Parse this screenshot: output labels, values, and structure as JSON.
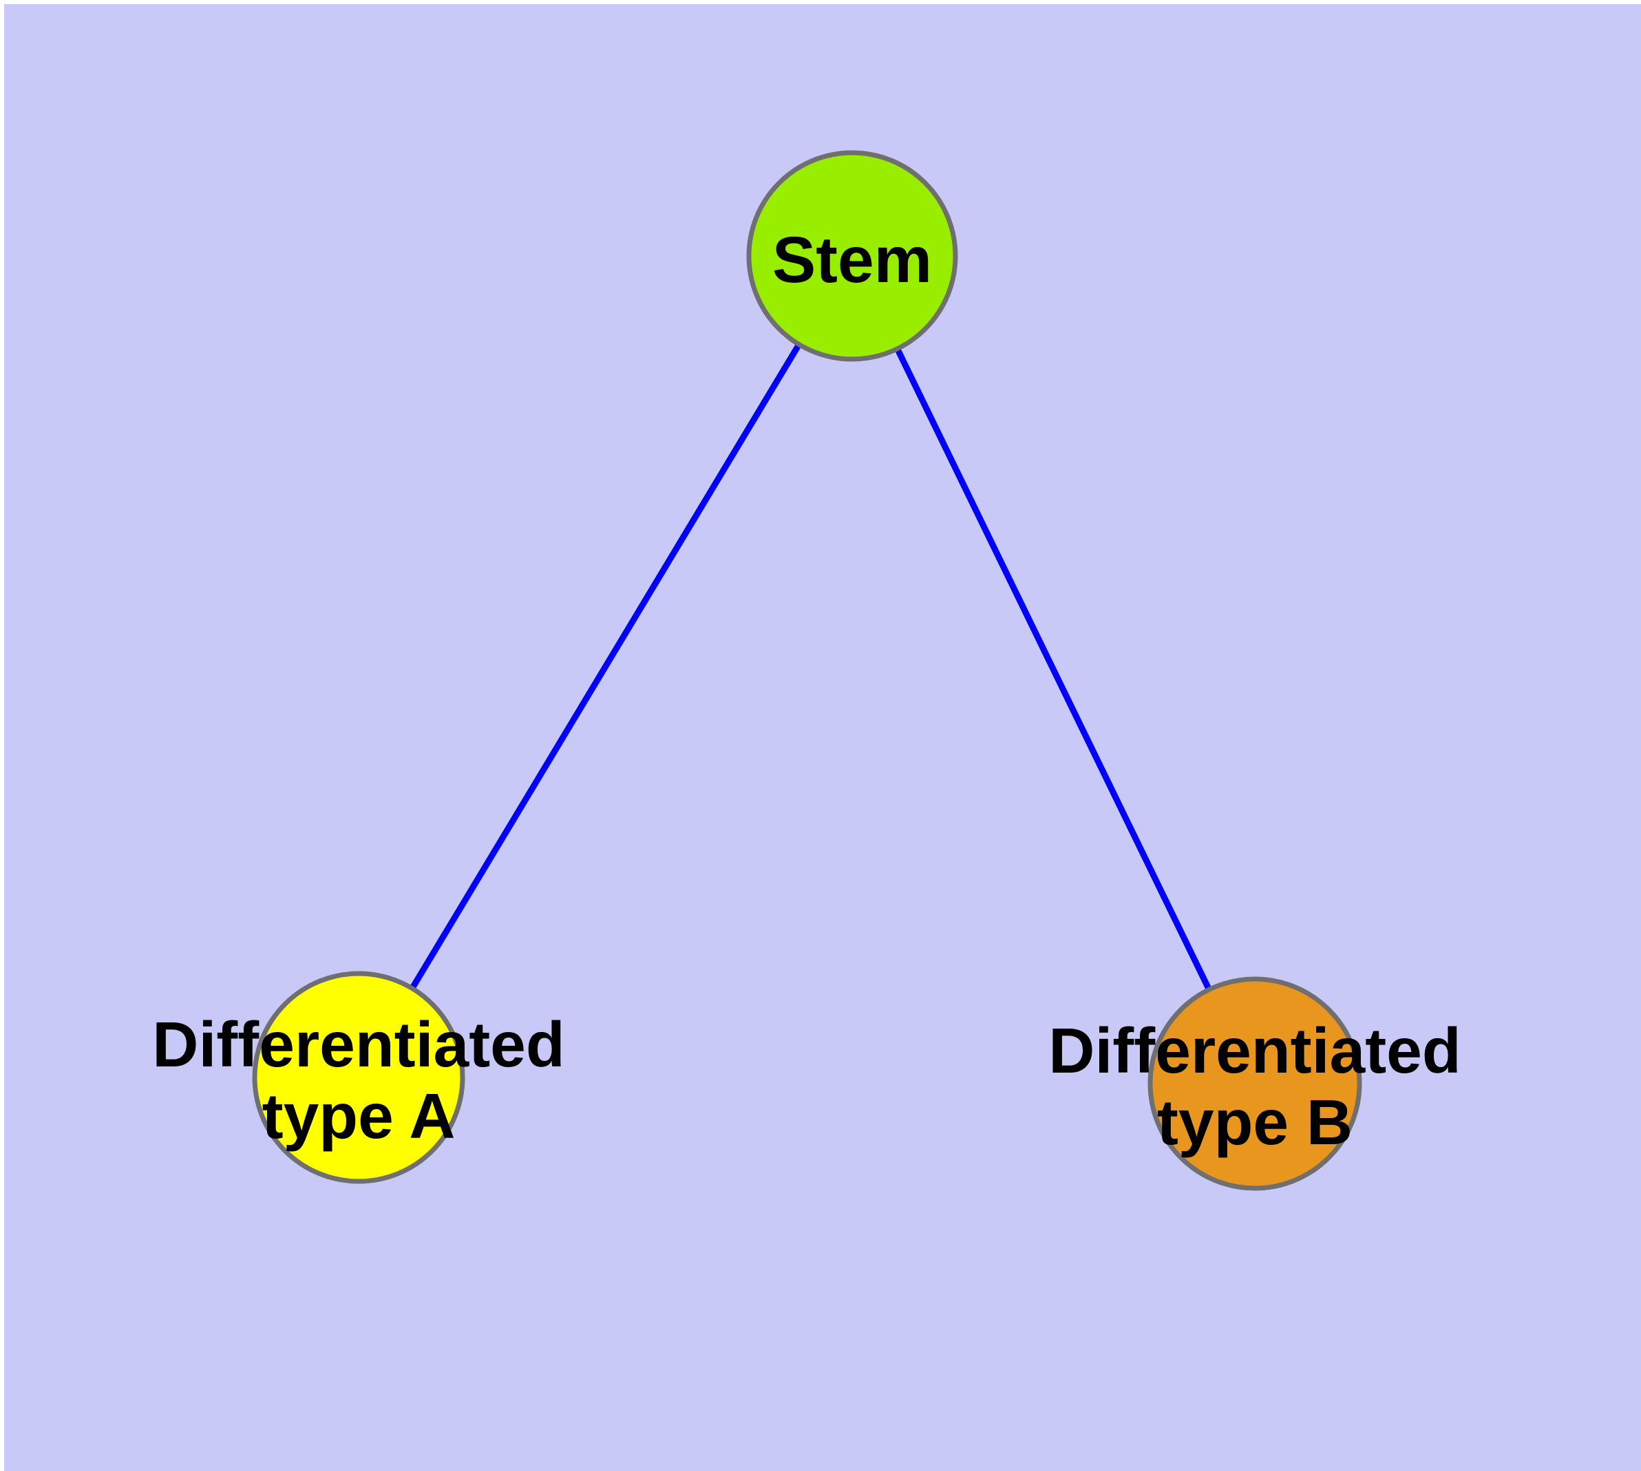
{
  "figure": {
    "background_color": "#C9C9F8",
    "margin_color": "#FFFFFF"
  },
  "graph": {
    "edge_color": "#0000FF",
    "node_border_color": "#6F6F6F",
    "label_color": "#000000",
    "nodes": [
      {
        "id": "stem",
        "label": "Stem",
        "fill": "#99EE00"
      },
      {
        "id": "type-a",
        "label_line1": "Differentiated",
        "label_line2": "type A",
        "fill": "#FFFF00"
      },
      {
        "id": "type-b",
        "label_line1": "Differentiated",
        "label_line2": "type B",
        "fill": "#E8961E"
      }
    ],
    "edges": [
      {
        "from": "Stem",
        "to": "Differentiated type A"
      },
      {
        "from": "Stem",
        "to": "Differentiated type B"
      }
    ]
  }
}
